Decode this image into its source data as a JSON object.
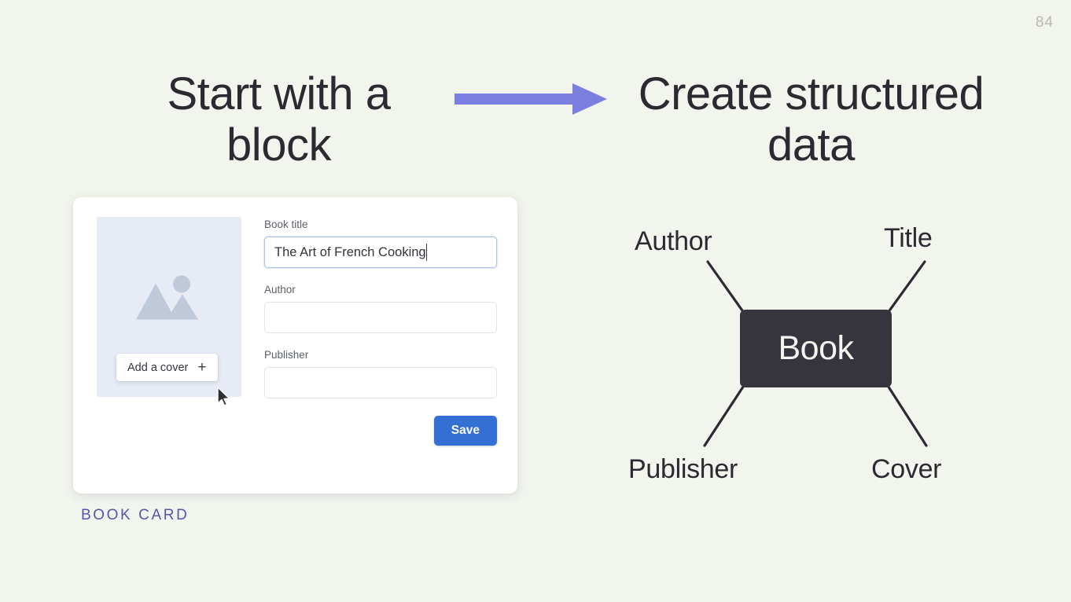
{
  "slide": {
    "page_number": "84",
    "background_color": "#f2f4ee",
    "heading_left": "Start with a block",
    "heading_right": "Create structured data",
    "arrow": {
      "icon": "arrow-right-icon",
      "color": "#7b7fe0"
    },
    "caption": "BOOK CARD",
    "caption_color": "#5a54a8"
  },
  "book_card": {
    "cover": {
      "placeholder_icon": "image-placeholder-icon",
      "placeholder_bg": "#e6ebf5",
      "add_cover_label": "Add a cover",
      "add_cover_plus": "+",
      "cursor_icon": "mouse-pointer-icon"
    },
    "fields": [
      {
        "label": "Book title",
        "value": "The Art of French Cooking",
        "placeholder": "",
        "focused": true
      },
      {
        "label": "Author",
        "value": "",
        "placeholder": "",
        "focused": false
      },
      {
        "label": "Publisher",
        "value": "",
        "placeholder": "",
        "focused": false
      }
    ],
    "save_label": "Save",
    "save_color": "#3470d4"
  },
  "diagram": {
    "center_node": "Book",
    "center_node_color": "#36343c",
    "nodes": [
      {
        "label": "Author",
        "position": "top-left"
      },
      {
        "label": "Title",
        "position": "top-right"
      },
      {
        "label": "Publisher",
        "position": "bottom-left"
      },
      {
        "label": "Cover",
        "position": "bottom-right"
      }
    ]
  }
}
